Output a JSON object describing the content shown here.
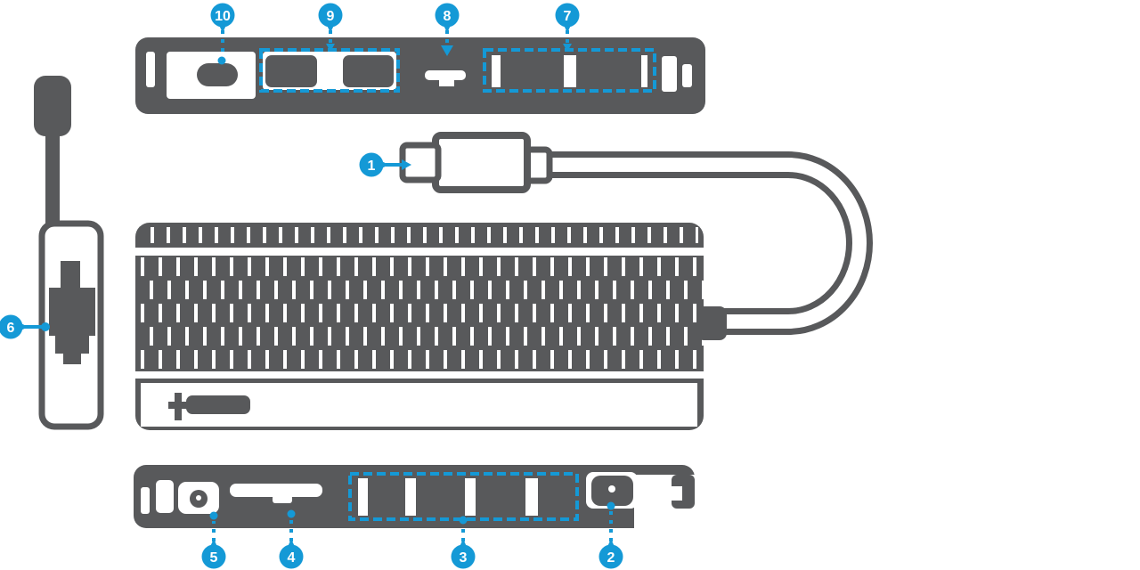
{
  "meta": {
    "figure_type": "device-port-callout-diagram",
    "background": "#ffffff",
    "artwork_gray": "#58595b",
    "accent_blue": "#1499d6",
    "badge_text_color": "#ffffff"
  },
  "callouts": [
    {
      "number": "1"
    },
    {
      "number": "2"
    },
    {
      "number": "3"
    },
    {
      "number": "4"
    },
    {
      "number": "5"
    },
    {
      "number": "6"
    },
    {
      "number": "7"
    },
    {
      "number": "8"
    },
    {
      "number": "9"
    },
    {
      "number": "10"
    }
  ]
}
